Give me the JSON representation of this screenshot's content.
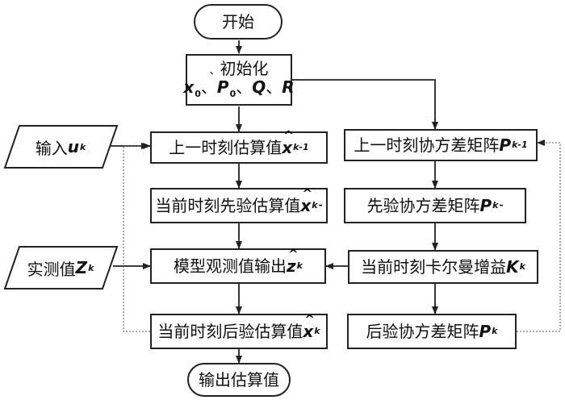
{
  "nodes": {
    "start": "开始",
    "init": {
      "marker": "、",
      "label": "初始化",
      "vars": [
        "x",
        "P",
        "Q",
        "R"
      ],
      "sub0": "0",
      "sep": "、"
    },
    "prev_estimate": {
      "text": "上一时刻估算值",
      "var": "x",
      "sub": "k-1"
    },
    "prior_estimate": {
      "text": "当前时刻先验估算值",
      "var": "x",
      "sub": "k",
      "sup": "-"
    },
    "model_output": {
      "text": "模型观测值输出",
      "var": "z",
      "sub": "k"
    },
    "post_estimate": {
      "text": "当前时刻后验估算值",
      "var": "x",
      "sub": "k"
    },
    "output": "输出估算值",
    "prev_cov": {
      "text": "上一时刻协方差矩阵",
      "var": "P",
      "sub": "k-1"
    },
    "prior_cov": {
      "text": "先验协方差矩阵",
      "var": "P",
      "sub": "k",
      "sup": "-"
    },
    "gain": {
      "text": "当前时刻卡尔曼增益",
      "var": "K",
      "sub": "k"
    },
    "post_cov": {
      "text": "后验协方差矩阵",
      "var": "P",
      "sub": "k"
    },
    "input_u": {
      "text": "输入",
      "var": "u",
      "sub": "k"
    },
    "measured_z": {
      "text": "实测值",
      "var": "Z",
      "sub": "k"
    }
  }
}
